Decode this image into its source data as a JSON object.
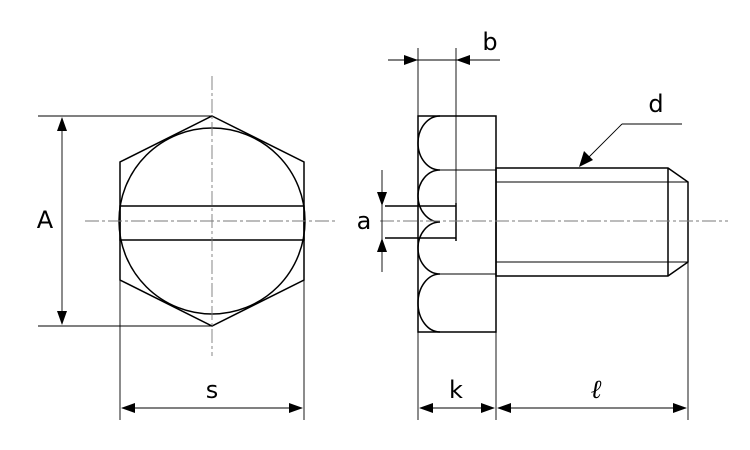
{
  "labels": {
    "A": "A",
    "s": "s",
    "a": "a",
    "b": "b",
    "k": "k",
    "l": "ℓ",
    "d": "d"
  },
  "colors": {
    "line": "#000000",
    "centerline": "#7a7a7a",
    "background": "#ffffff"
  }
}
